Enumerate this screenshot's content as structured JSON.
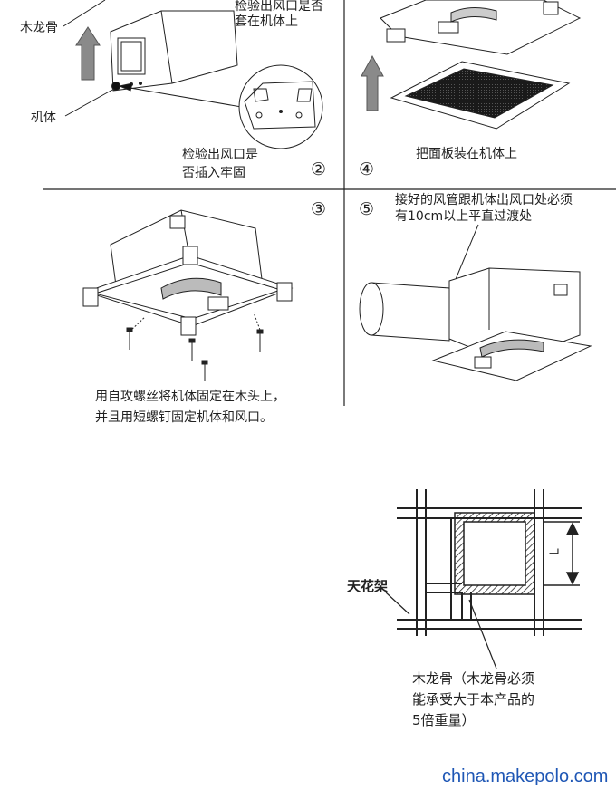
{
  "panel1": {
    "label_keel": "木龙骨",
    "label_body": "机体",
    "check_top_line1": "检验出风口是否",
    "check_top_line2": "套在机体上",
    "check_bottom_line1": "检验出风口是",
    "check_bottom_line2": "否插入牢固",
    "step_number": "②"
  },
  "panel2": {
    "caption": "把面板装在机体上",
    "step_number": "④"
  },
  "panel3": {
    "step_number": "③",
    "caption_line1": "用自攻螺丝将机体固定在木头上，",
    "caption_line2": "并且用短螺钉固定机体和风口。"
  },
  "panel4": {
    "step_number": "⑤",
    "caption_line1": "接好的风管跟机体出风口处必须",
    "caption_line2": "有10cm以上平直过渡处"
  },
  "frame": {
    "label_ceiling": "天花架",
    "dimension": "L",
    "note_line1": "木龙骨（木龙骨必须",
    "note_line2": "能承受大于本产品的",
    "note_line3": "5倍重量）"
  },
  "watermark": "china.makepolo.com",
  "colors": {
    "line": "#222222",
    "watermark": "#1f57b5",
    "mesh": "#1a1a1a"
  }
}
